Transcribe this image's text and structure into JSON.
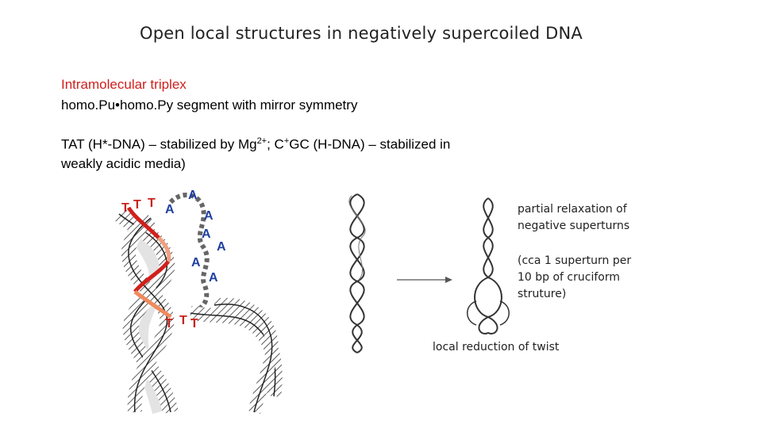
{
  "title": "Open local structures in negatively supercoiled DNA",
  "subtitle": "Intramolecular triplex",
  "line2": "homo.Pu•homo.Py segment with mirror symmetry",
  "line3": {
    "p1": "TAT (H*-DNA) – stabilized by Mg",
    "sup1": "2+",
    "p2": "; C",
    "sup2": "+",
    "p3": "GC (H-DNA) – stabilized in"
  },
  "line4": "weakly acidic media)",
  "bases": {
    "t1": "T",
    "t2": "T",
    "t3": "T",
    "t4": "T",
    "t5": "T",
    "t6": "T",
    "a1": "A",
    "a2": "A",
    "a3": "A",
    "a4": "A",
    "a5": "A",
    "a6": "A",
    "a7": "A"
  },
  "right_notes": {
    "n1a": "partial relaxation of",
    "n1b": "negative superturns",
    "n2a": "(cca 1 superturn per",
    "n2b": "10 bp of cruciform",
    "n2c": "struture)",
    "n3": "local reduction of twist"
  },
  "colors": {
    "accent_red": "#d0201c",
    "base_blue": "#1f3fa0",
    "strand_orange": "#f08a5d"
  }
}
